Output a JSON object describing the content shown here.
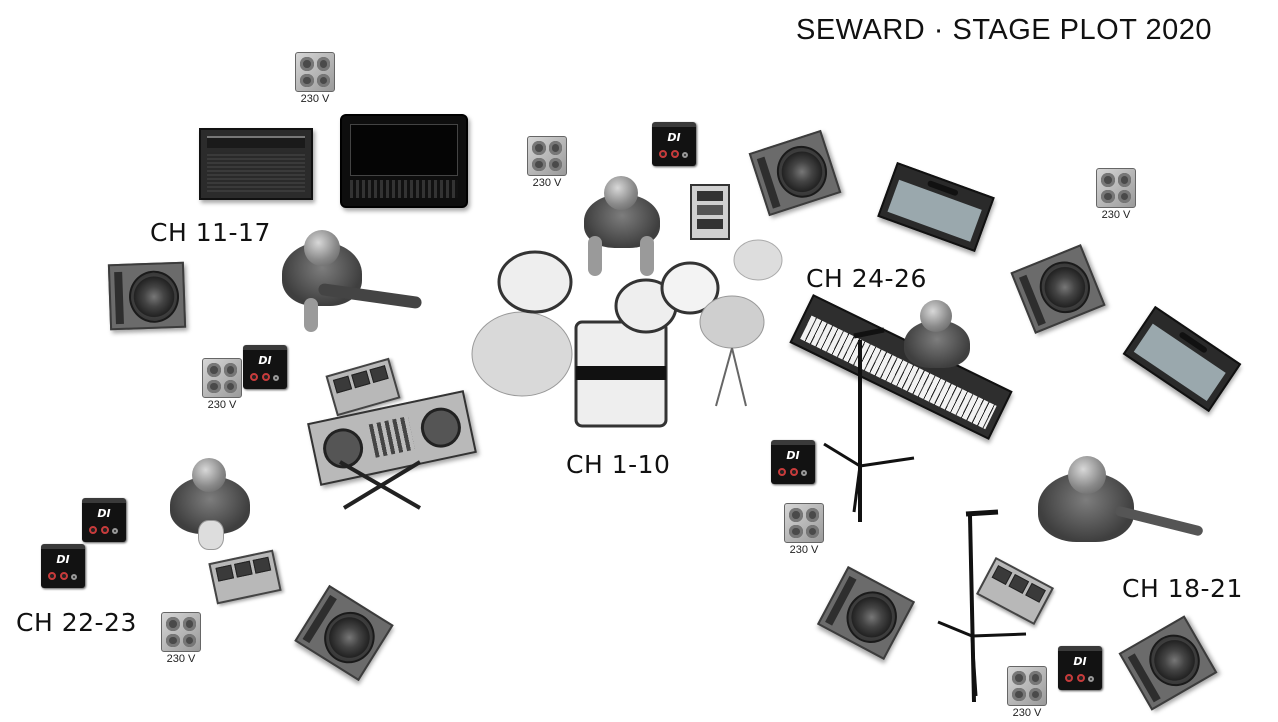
{
  "title": "SEWARD · STAGE PLOT 2020",
  "channel_labels": {
    "drums": "CH 1-10",
    "left_guitar": "CH 11-17",
    "bass_right": "CH 18-21",
    "dj_left": "CH 22-23",
    "keys": "CH 24-26"
  },
  "power": {
    "voltage_label": "230 V"
  },
  "di": {
    "label": "DI"
  },
  "colors": {
    "background": "#ffffff",
    "text": "#111111",
    "di_box": "#121212",
    "jack_accent": "#c73b3b",
    "amp_grill": "#9aa8ad"
  },
  "icons": [
    "power-outlet-icon",
    "di-box-icon",
    "monitor-wedge-icon",
    "guitar-amp-icon",
    "drum-kit-icon",
    "keyboard-icon",
    "mic-stand-icon",
    "pedalboard-icon",
    "dj-controller-icon",
    "musician-icon"
  ]
}
